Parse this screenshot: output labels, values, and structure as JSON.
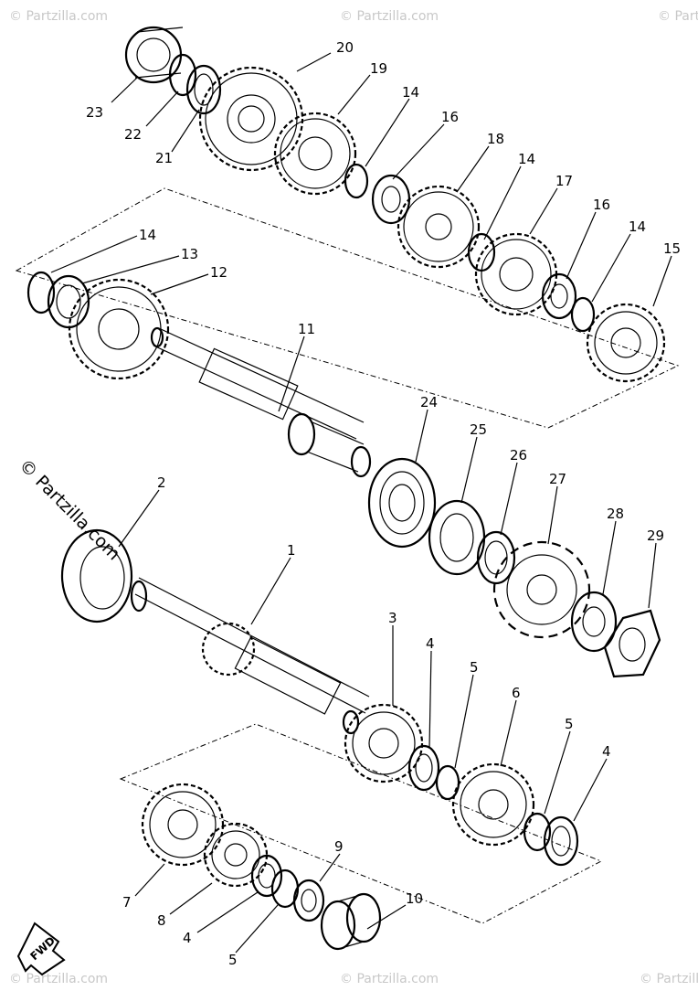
{
  "diagram": {
    "callouts": [
      {
        "id": "c20",
        "text": "20"
      },
      {
        "id": "c19",
        "text": "19"
      },
      {
        "id": "c14a",
        "text": "14"
      },
      {
        "id": "c16a",
        "text": "16"
      },
      {
        "id": "c18",
        "text": "18"
      },
      {
        "id": "c14b",
        "text": "14"
      },
      {
        "id": "c17",
        "text": "17"
      },
      {
        "id": "c16b",
        "text": "16"
      },
      {
        "id": "c14c",
        "text": "14"
      },
      {
        "id": "c15",
        "text": "15"
      },
      {
        "id": "c23",
        "text": "23"
      },
      {
        "id": "c22",
        "text": "22"
      },
      {
        "id": "c21",
        "text": "21"
      },
      {
        "id": "c14d",
        "text": "14"
      },
      {
        "id": "c13",
        "text": "13"
      },
      {
        "id": "c12",
        "text": "12"
      },
      {
        "id": "c11",
        "text": "11"
      },
      {
        "id": "c24",
        "text": "24"
      },
      {
        "id": "c25",
        "text": "25"
      },
      {
        "id": "c26",
        "text": "26"
      },
      {
        "id": "c27",
        "text": "27"
      },
      {
        "id": "c28",
        "text": "28"
      },
      {
        "id": "c29",
        "text": "29"
      },
      {
        "id": "c2",
        "text": "2"
      },
      {
        "id": "c1",
        "text": "1"
      },
      {
        "id": "c3",
        "text": "3"
      },
      {
        "id": "c4a",
        "text": "4"
      },
      {
        "id": "c5a",
        "text": "5"
      },
      {
        "id": "c6",
        "text": "6"
      },
      {
        "id": "c5b",
        "text": "5"
      },
      {
        "id": "c4b",
        "text": "4"
      },
      {
        "id": "c9",
        "text": "9"
      },
      {
        "id": "c10",
        "text": "10"
      },
      {
        "id": "c7",
        "text": "7"
      },
      {
        "id": "c8",
        "text": "8"
      },
      {
        "id": "c4c",
        "text": "4"
      },
      {
        "id": "c5c",
        "text": "5"
      }
    ],
    "fwd_label": "FWD",
    "watermark": "© Partzilla.com"
  }
}
